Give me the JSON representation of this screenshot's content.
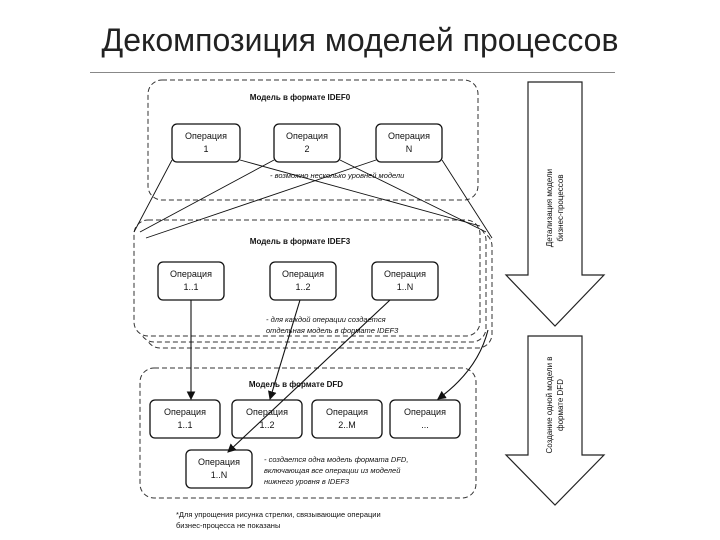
{
  "title": "Декомпозиция моделей процессов",
  "idef0": {
    "label": "Модель в формате IDEF0",
    "boxes": [
      {
        "l1": "Операция",
        "l2": "1"
      },
      {
        "l1": "Операция",
        "l2": "2"
      },
      {
        "l1": "Операция",
        "l2": "N"
      }
    ],
    "note": "- возможно несколько уровней модели"
  },
  "idef3": {
    "label": "Модель в формате IDEF3",
    "boxes": [
      {
        "l1": "Операция",
        "l2": "1..1"
      },
      {
        "l1": "Операция",
        "l2": "1..2"
      },
      {
        "l1": "Операция",
        "l2": "1..N"
      }
    ],
    "note_l1": "- для каждой операции создается",
    "note_l2": "отдельная модель в формате IDEF3"
  },
  "dfd": {
    "label": "Модель в формате DFD",
    "boxes": [
      {
        "l1": "Операция",
        "l2": "1..1"
      },
      {
        "l1": "Операция",
        "l2": "1..2"
      },
      {
        "l1": "Операция",
        "l2": "2..M"
      },
      {
        "l1": "Операция",
        "l2": "..."
      },
      {
        "l1": "Операция",
        "l2": "1..N"
      }
    ],
    "note_l1": "- создается одна модель формата DFD,",
    "note_l2": "включающая все операции из моделей",
    "note_l3": "нижнего уровня в IDEF3"
  },
  "footnote_l1": "*Для упрощения рисунка стрелки, связывающие операции",
  "footnote_l2": "бизнес-процесса не показаны",
  "side_arrows": {
    "top_l1": "Детализация модели",
    "top_l2": "бизнес-процессов",
    "bottom_l1": "Создание одной модели в",
    "bottom_l2": "формате DFD"
  }
}
